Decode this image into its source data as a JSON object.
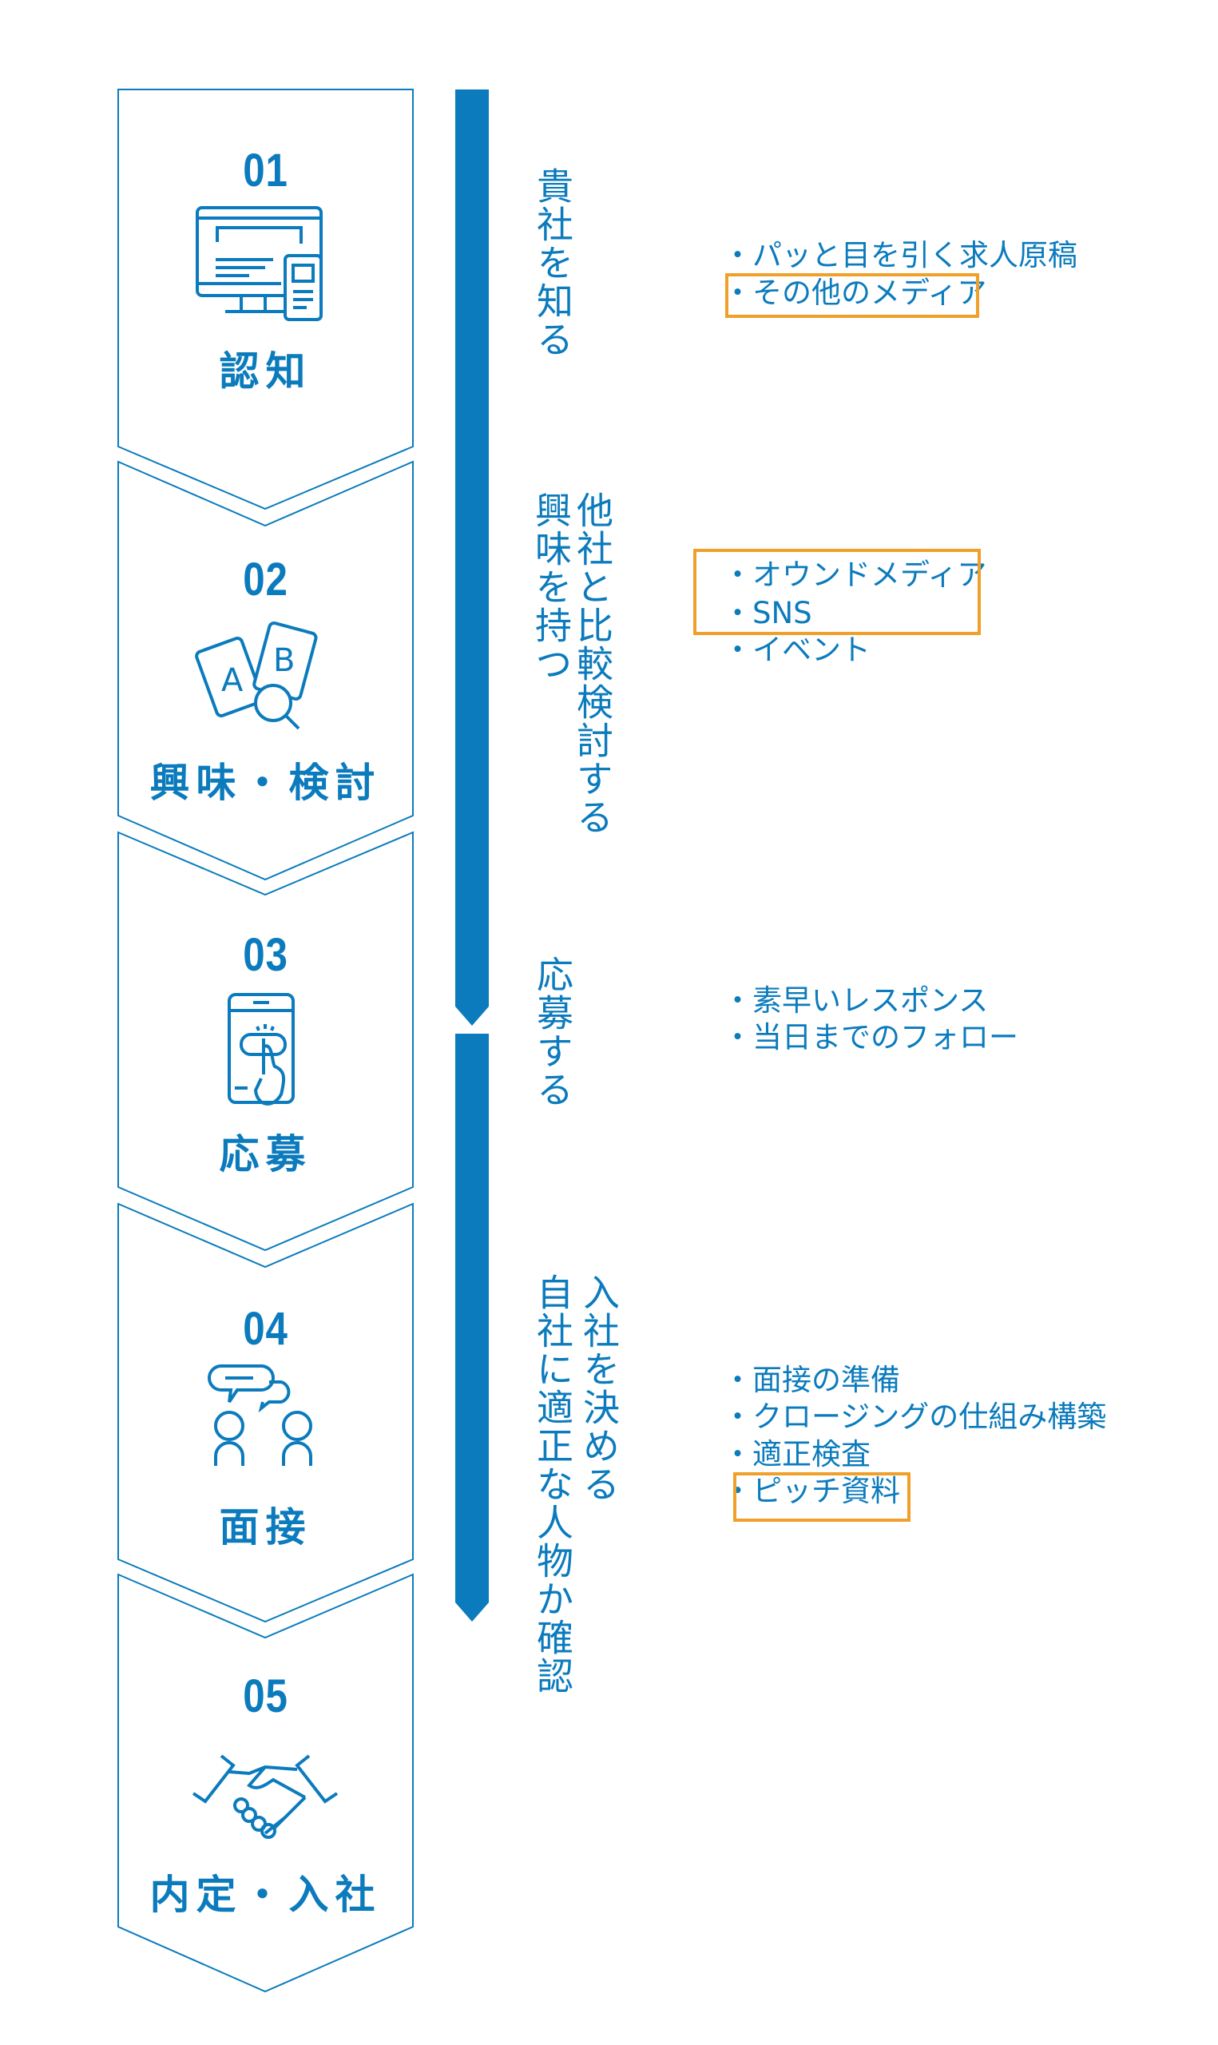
{
  "colors": {
    "primary": "#0b7bbd",
    "highlight": "#f0a02a"
  },
  "steps": [
    {
      "number": "01",
      "label": "認知",
      "icon": "computer-and-phone-icon"
    },
    {
      "number": "02",
      "label": "興味・検討",
      "icon": "ab-cards-magnifier-icon"
    },
    {
      "number": "03",
      "label": "応募",
      "icon": "phone-tap-icon"
    },
    {
      "number": "04",
      "label": "面接",
      "icon": "two-people-talking-icon"
    },
    {
      "number": "05",
      "label": "内定・入社",
      "icon": "handshake-icon"
    }
  ],
  "phases": {
    "p1": "貴社を知る",
    "p2a": "興味を持つ",
    "p2b": "他社と比較検討する",
    "p3": "応募する",
    "p4a": "自社に適正な人物か確認",
    "p4b": "入社を決める"
  },
  "bullets": {
    "g1": [
      "・パッと目を引く求人原稿",
      "・その他のメディア"
    ],
    "g2": [
      "・オウンドメディア",
      "・SNS",
      "・イベント"
    ],
    "g3": [
      "・素早いレスポンス",
      "・当日までのフォロー"
    ],
    "g4": [
      "・面接の準備",
      "・クロージングの仕組み構築",
      "・適正検査",
      "・ピッチ資料"
    ]
  }
}
